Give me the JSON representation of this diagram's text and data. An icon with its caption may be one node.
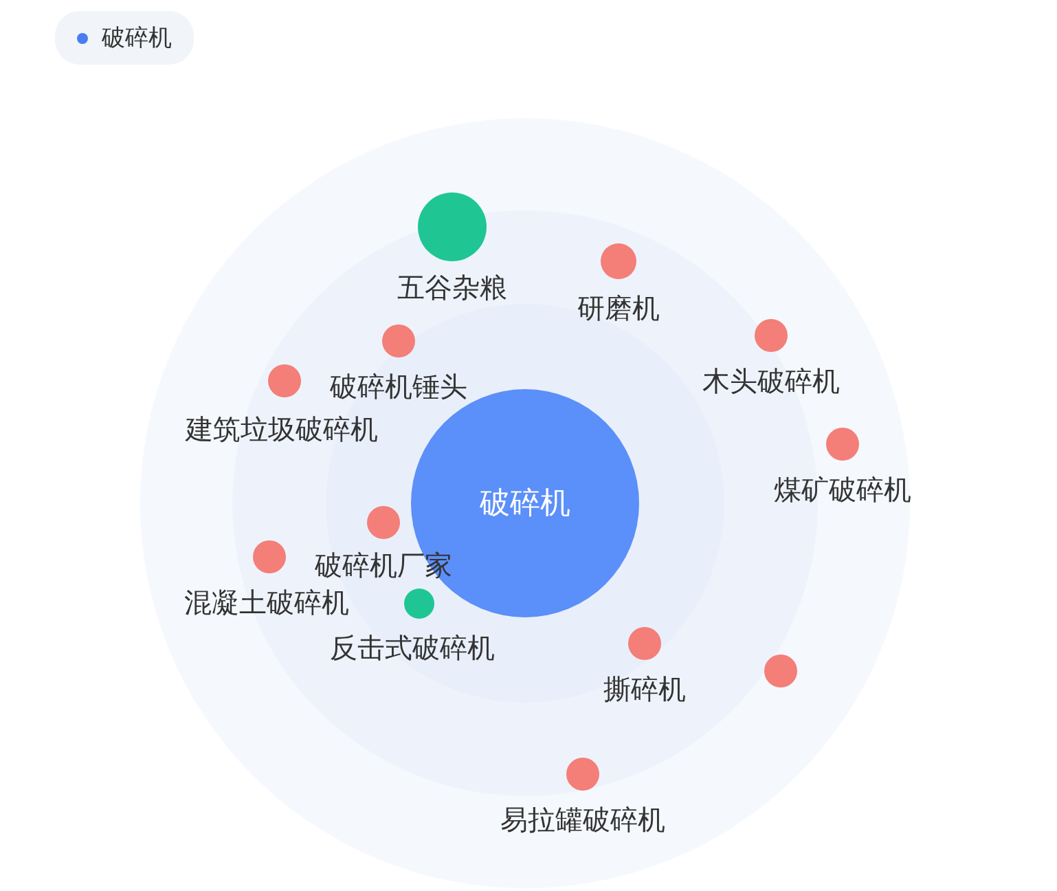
{
  "diagram": {
    "nodes": [
      {
        "text": [
          "破碎机"
        ]
      },
      {
        "text": [
          "五谷杂粮"
        ]
      },
      {
        "text": [
          "研磨机"
        ]
      },
      {
        "text": [
          "破碎机锤头"
        ]
      },
      {
        "text": [
          "建筑垃圾破碎机"
        ]
      },
      {
        "text": [
          "木头破碎机"
        ]
      },
      {
        "text": [
          "煤矿破碎机"
        ]
      },
      {
        "text": [
          "破碎机厂家"
        ]
      },
      {
        "text": [
          "混凝土破碎机"
        ]
      },
      {
        "text": [
          "反击式破碎机"
        ]
      },
      {
        "text": [
          "撕碎机"
        ]
      },
      {
        "text": [],
        "shape": "circle"
      },
      {
        "text": [
          "易拉罐破碎机"
        ]
      }
    ],
    "legend": [
      {
        "text": "破碎机",
        "color": "#4a7ef0"
      }
    ]
  }
}
